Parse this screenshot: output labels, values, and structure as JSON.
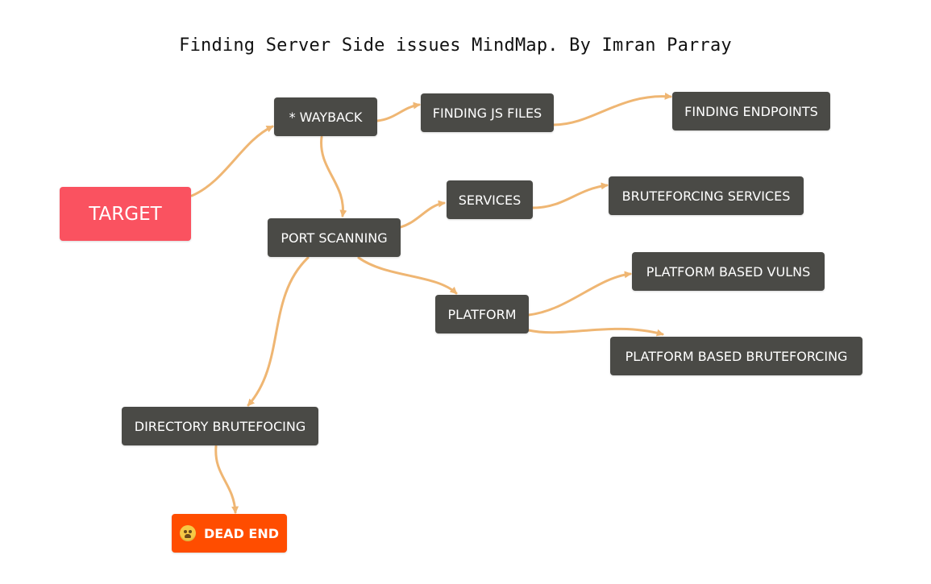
{
  "title": "Finding Server Side issues MindMap. By Imran Parray",
  "colors": {
    "root": "#fa5260",
    "node": "#4a4a46",
    "dead_end": "#ff4d00",
    "edge": "#efb673"
  },
  "nodes": {
    "target": "TARGET",
    "wayback": "* WAYBACK",
    "finding_js_files": "FINDING JS FILES",
    "finding_endpoints": "FINDING ENDPOINTS",
    "port_scanning": "PORT SCANNING",
    "services": "SERVICES",
    "bruteforcing_services": "BRUTEFORCING SERVICES",
    "platform": "PLATFORM",
    "platform_based_vulns": "PLATFORM BASED VULNS",
    "platform_based_bruteforcing": "PLATFORM BASED BRUTEFORCING",
    "directory_brutefocing": "DIRECTORY BRUTEFOCING",
    "dead_end": "DEAD END"
  },
  "dead_end_icon": "crying-face-icon"
}
